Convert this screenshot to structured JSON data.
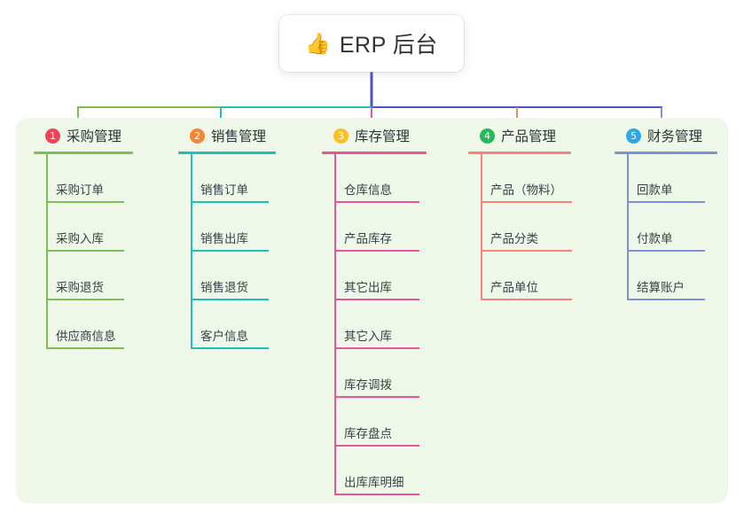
{
  "root": {
    "icon": "thumbs-up-icon",
    "icon_glyph": "👍",
    "title": "ERP 后台"
  },
  "palette": {
    "panel_bg": "#eff7e9",
    "page_bg": "#ffffff",
    "text": "#2f3338",
    "green": "#7fbe52",
    "teal": "#1fc1b6",
    "pink": "#e8559a",
    "salmon": "#f4837a",
    "blue": "#7d93d8",
    "indigo": "#4c56c0",
    "badge1": "#f0435a",
    "badge2": "#f58634",
    "badge3": "#fbbf24",
    "badge4": "#22bb56",
    "badge5": "#2ba8e8"
  },
  "columns": [
    {
      "index": "1",
      "badge_color": "#f0435a",
      "line_color": "#7fbe52",
      "title": "采购管理",
      "items": [
        "采购订单",
        "采购入库",
        "采购退货",
        "供应商信息"
      ]
    },
    {
      "index": "2",
      "badge_color": "#f58634",
      "line_color": "#1fc1b6",
      "title": "销售管理",
      "items": [
        "销售订单",
        "销售出库",
        "销售退货",
        "客户信息"
      ]
    },
    {
      "index": "3",
      "badge_color": "#fbbf24",
      "line_color": "#e8559a",
      "title": "库存管理",
      "items": [
        "仓库信息",
        "产品库存",
        "其它出库",
        "其它入库",
        "库存调拨",
        "库存盘点",
        "出库库明细"
      ]
    },
    {
      "index": "4",
      "badge_color": "#22bb56",
      "line_color": "#f4837a",
      "title": "产品管理",
      "items": [
        "产品（物料）",
        "产品分类",
        "产品单位"
      ]
    },
    {
      "index": "5",
      "badge_color": "#2ba8e8",
      "line_color": "#7d93d8",
      "title": "财务管理",
      "items": [
        "回款单",
        "付款单",
        "结算账户"
      ]
    }
  ],
  "connectors": {
    "trunk_color": "#4c56c0",
    "segments": [
      {
        "name": "root-to-col1",
        "color": "#7fbe52"
      },
      {
        "name": "col1-to-col2",
        "color": "#1fc1b6"
      },
      {
        "name": "col2-to-col5",
        "color": "#4c56c0"
      }
    ]
  }
}
